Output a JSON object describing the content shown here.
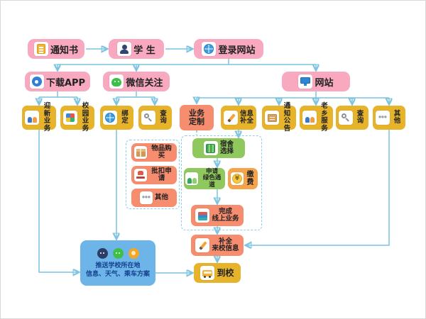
{
  "diagram": {
    "top_flow": {
      "notice": {
        "label": "通知书",
        "icon": "document-icon"
      },
      "student": {
        "label": "学 生",
        "icon": "student-icon"
      },
      "login_site": {
        "label": "登录网站",
        "icon": "globe-icon"
      }
    },
    "channels": {
      "download_app": {
        "label": "下载APP",
        "icon": "app-icon"
      },
      "wechat_follow": {
        "label": "微信关注",
        "icon": "wechat-icon"
      },
      "website": {
        "label": "网站",
        "icon": "monitor-icon"
      }
    },
    "app_items": {
      "welcome_biz": {
        "label": "迎新\n业务",
        "icon": "people-icon"
      },
      "campus_biz": {
        "label": "校园\n业务",
        "icon": "grid-icon"
      }
    },
    "wechat_items": {
      "bind": {
        "label": "绑定",
        "icon": "globe-icon"
      },
      "query": {
        "label": "查询",
        "icon": "search-icon"
      }
    },
    "website_items": {
      "biz_custom": {
        "label": "业务\n定制"
      },
      "info_complete": {
        "label": "信息\n补全",
        "icon": "pencil-icon"
      },
      "notices": {
        "label": "通知\n公告",
        "icon": "board-icon"
      },
      "hometown": {
        "label": "老乡\n服务",
        "icon": "people-icon"
      },
      "query": {
        "label": "查询",
        "icon": "search-icon"
      },
      "other": {
        "label": "其他",
        "icon": "ellipsis-icon"
      }
    },
    "custom_group": {
      "goods": {
        "label": "物品购买",
        "icon": "package-icon"
      },
      "deduction": {
        "label": "批扣申请",
        "icon": "stamp-icon"
      },
      "other": {
        "label": "其他",
        "icon": "ellipsis-icon"
      }
    },
    "online_group": {
      "dorm": {
        "label": "宿舍\n选择",
        "icon": "bunk-icon"
      },
      "green_channel": {
        "label": "申请\n绿色通道",
        "icon": "green-people-icon"
      },
      "pay": {
        "label": "缴费",
        "icon": "moneybag-icon"
      },
      "finish_online": {
        "label": "完成\n线上业务",
        "icon": "books-icon"
      }
    },
    "arrival": {
      "complete_info": {
        "label": "补全\n来校信息",
        "icon": "pencil-icon"
      },
      "arrive": {
        "label": "到校",
        "icon": "bus-icon"
      }
    },
    "push_box": {
      "label": "推送学校所在地\n信息、天气、乘车方案",
      "icons": [
        "chat-icon",
        "wechat-icon",
        "sun-icon"
      ]
    },
    "colors": {
      "pink": "#f8a9c0",
      "gold": "#e7b32a",
      "salmon": "#f58d6e",
      "green": "#8fc95e",
      "orange": "#f5a44c",
      "blue": "#6db5e8",
      "wire": "#7cc4e0"
    }
  }
}
